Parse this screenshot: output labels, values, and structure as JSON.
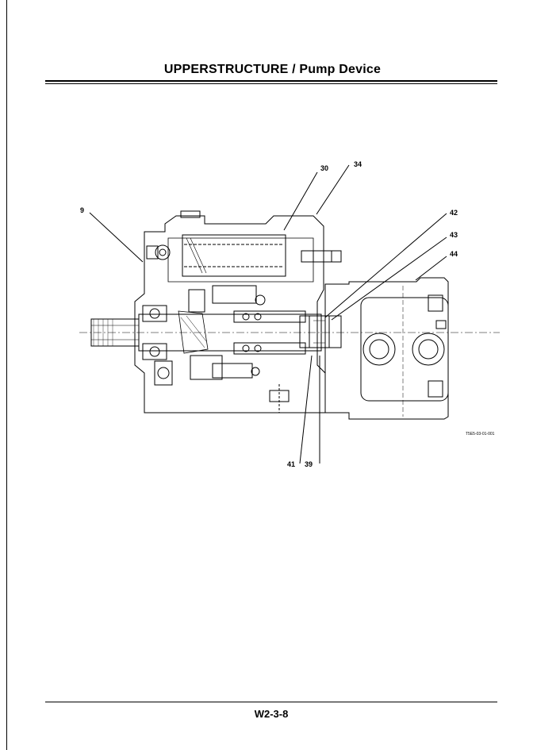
{
  "header": {
    "title": "UPPERSTRUCTURE / Pump Device"
  },
  "figure": {
    "id": "T5E5-03-01-001",
    "callouts": [
      {
        "id": "c9",
        "label": "9"
      },
      {
        "id": "c30",
        "label": "30"
      },
      {
        "id": "c34",
        "label": "34"
      },
      {
        "id": "c42",
        "label": "42"
      },
      {
        "id": "c43",
        "label": "43"
      },
      {
        "id": "c44",
        "label": "44"
      },
      {
        "id": "c41",
        "label": "41"
      },
      {
        "id": "c39",
        "label": "39"
      }
    ]
  },
  "footer": {
    "page_number": "W2-3-8"
  }
}
